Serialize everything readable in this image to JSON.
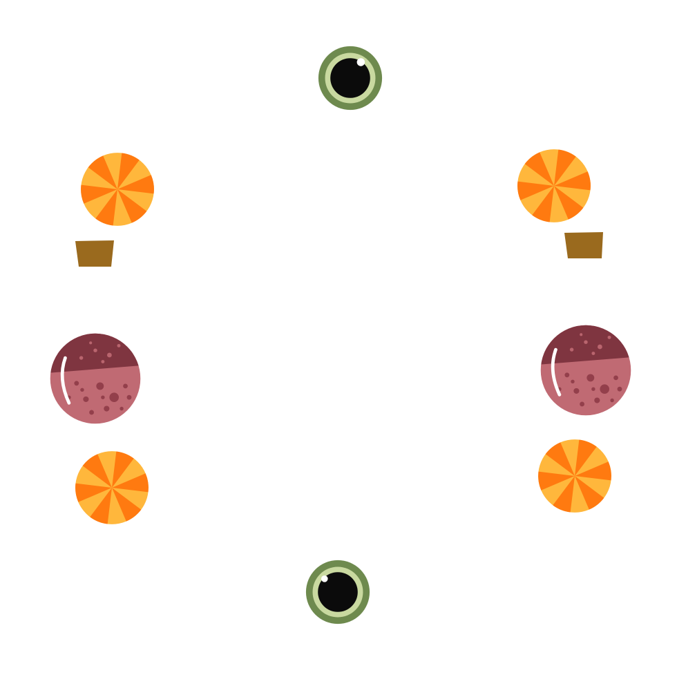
{
  "scene": {
    "background": "#ffffff",
    "items": [
      {
        "key": "eye-top",
        "icon": "green-eye-icon"
      },
      {
        "key": "candy-tl",
        "icon": "orange-candy-icon"
      },
      {
        "key": "candy-tr",
        "icon": "orange-candy-icon"
      },
      {
        "key": "block-left",
        "icon": "brown-block-icon"
      },
      {
        "key": "block-right",
        "icon": "brown-block-icon"
      },
      {
        "key": "ball-left",
        "icon": "red-planet-ball-icon"
      },
      {
        "key": "ball-right",
        "icon": "red-planet-ball-icon"
      },
      {
        "key": "candy-bl",
        "icon": "orange-candy-icon"
      },
      {
        "key": "candy-br",
        "icon": "orange-candy-icon"
      },
      {
        "key": "eye-bottom",
        "icon": "green-eye-icon"
      }
    ]
  },
  "colors": {
    "eye_ring": "#6e8a4e",
    "eye_iris": "#c9d9a0",
    "eye_pupil": "#0b0b0b",
    "candy_light": "#ffb73c",
    "candy_dark": "#ff7a10",
    "block": "#9a6a1e",
    "ball_top": "#7f3540",
    "ball_bottom": "#c06a73",
    "ball_spot": "#8e3b47",
    "highlight": "#ffffff"
  }
}
